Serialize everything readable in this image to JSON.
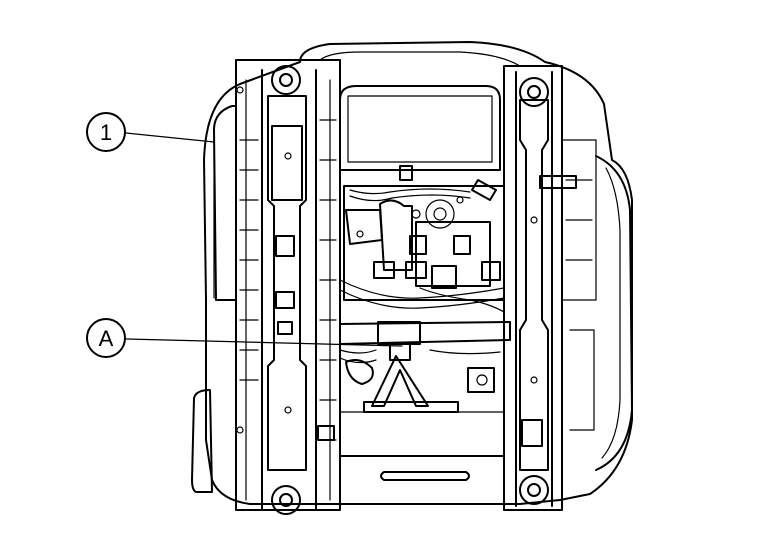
{
  "callouts": [
    {
      "id": "part-1",
      "label": "1"
    },
    {
      "id": "view-a",
      "label": "A"
    }
  ]
}
